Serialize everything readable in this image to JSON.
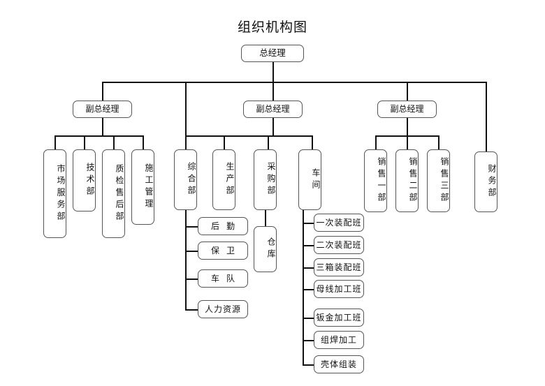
{
  "title": "组织机构图",
  "chart_data": {
    "type": "diagram",
    "diagram_kind": "organization-chart",
    "orientation": "top-down",
    "root": "总经理",
    "nodes": {
      "root": {
        "label": "总经理"
      },
      "vp1": {
        "label": "副总经理"
      },
      "vp2": {
        "label": "副总经理"
      },
      "vp3": {
        "label": "副总经理"
      },
      "vp1_children": [
        {
          "label": "市场服务部",
          "text_direction": "vertical"
        },
        {
          "label": "技术部",
          "text_direction": "vertical"
        },
        {
          "label": "质检售后部",
          "text_direction": "vertical"
        },
        {
          "label": "施工管理",
          "text_direction": "vertical"
        }
      ],
      "vp2_children": [
        {
          "label": "综合部",
          "text_direction": "vertical"
        },
        {
          "label": "生产部",
          "text_direction": "vertical"
        },
        {
          "label": "采购部",
          "text_direction": "vertical"
        },
        {
          "label": "车间",
          "text_direction": "vertical"
        }
      ],
      "vp3_children": [
        {
          "label": "销售一部",
          "text_direction": "vertical"
        },
        {
          "label": "销售二部",
          "text_direction": "vertical"
        },
        {
          "label": "销售三部",
          "text_direction": "vertical"
        }
      ],
      "direct_children": [
        {
          "label": "财务部",
          "text_direction": "vertical"
        }
      ],
      "zonghe_children": [
        {
          "label": "后勤"
        },
        {
          "label": "保卫"
        },
        {
          "label": "车队"
        },
        {
          "label": "人力资源"
        }
      ],
      "caigou_children": [
        {
          "label": "仓库",
          "text_direction": "vertical"
        }
      ],
      "chejian_children": [
        {
          "label": "一次装配班"
        },
        {
          "label": "二次装配班"
        },
        {
          "label": "三箱装配班"
        },
        {
          "label": "母线加工班"
        },
        {
          "label": "钣金加工班"
        },
        {
          "label": "组焊加工"
        },
        {
          "label": "壳体组装"
        }
      ]
    },
    "colors": {
      "background": "#ffffff",
      "node_border": "#555555",
      "node_fill": "#ffffff",
      "connector": "#111111",
      "text": "#111111"
    }
  }
}
